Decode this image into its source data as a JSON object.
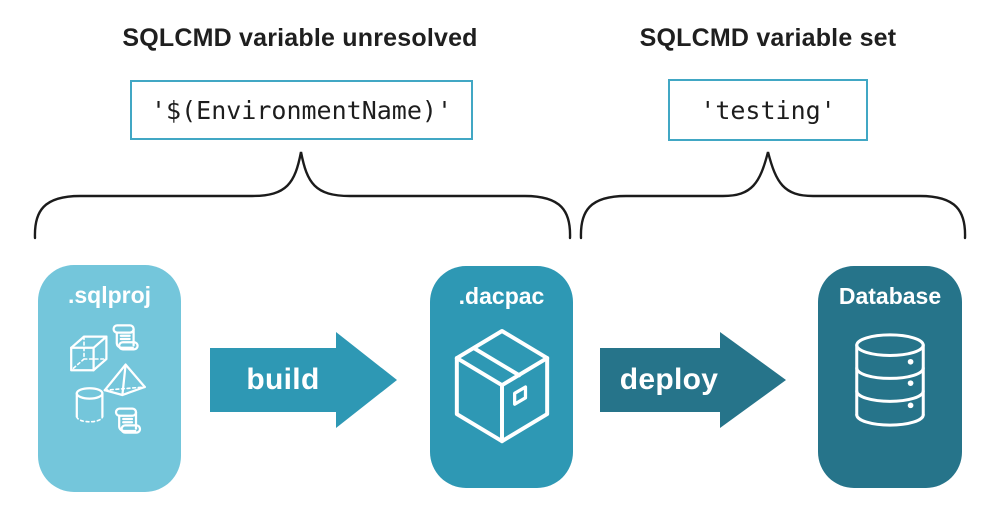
{
  "annotations": [
    {
      "heading": "SQLCMD variable unresolved",
      "code": "'$(EnvironmentName)'"
    },
    {
      "heading": "SQLCMD variable set",
      "code": "'testing'"
    }
  ],
  "pipeline": {
    "nodes": [
      {
        "label": ".sqlproj",
        "icon": "sql-objects-icon",
        "color": "#74C6DB"
      },
      {
        "label": ".dacpac",
        "icon": "package-box-icon",
        "color": "#2E98B4"
      },
      {
        "label": "Database",
        "icon": "database-icon",
        "color": "#26748A"
      }
    ],
    "arrows": [
      {
        "label": "build",
        "color": "#2E98B4"
      },
      {
        "label": "deploy",
        "color": "#26748A"
      }
    ]
  },
  "colors": {
    "background": "#FFFFFF",
    "code_box_border": "#41A7C4",
    "heading_text": "#1F1F1F",
    "brace_stroke": "#1B1B1B",
    "node_text": "#FFFFFF"
  }
}
